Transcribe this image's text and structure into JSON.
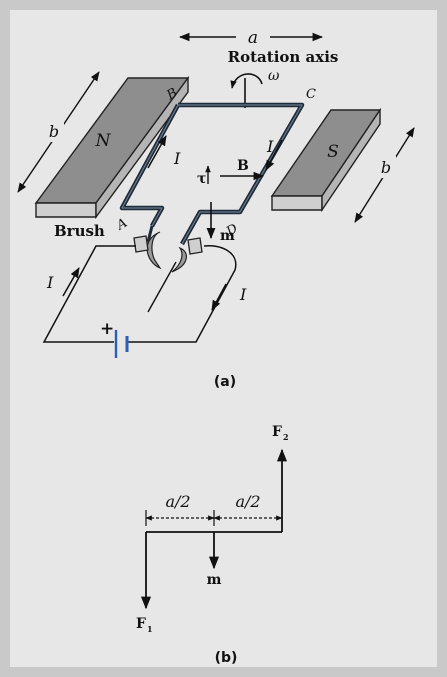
{
  "colors": {
    "panel_bg": "#e7e7e7",
    "frame": "#c9c9c9",
    "magnet_fill": "#8e8e8e",
    "magnet_edge": "#222222",
    "coil": "#1d2b3a",
    "battery_plate": "#2a5fb8",
    "line": "#111111"
  },
  "labels": {
    "a_top": "a",
    "rotation_axis": "Rotation axis",
    "omega": "ω",
    "B": "B",
    "C": "C",
    "A": "A",
    "D": "D",
    "b_left": "b",
    "b_right": "b",
    "N": "N",
    "S": "S",
    "I_left": "I",
    "I_right": "I",
    "B_field": "B",
    "tau": "τ",
    "m_top": "m",
    "brush": "Brush",
    "I_circuit_left": "I",
    "I_circuit_right": "I",
    "plus": "+",
    "caption_a": "(a)",
    "half_a_left": "a/2",
    "half_a_right": "a/2",
    "F2": "F",
    "F2_sub": "2",
    "m_bottom": "m",
    "F1": "F",
    "F1_sub": "1",
    "caption_b": "(b)"
  }
}
